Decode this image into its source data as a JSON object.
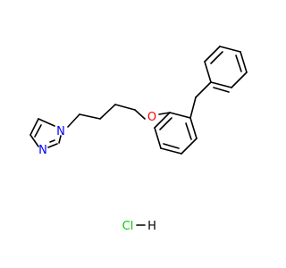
{
  "molecule": {
    "atoms": {
      "imidazole_N1": {
        "symbol": "N",
        "color": "#0000ff"
      },
      "imidazole_N3": {
        "symbol": "N",
        "color": "#0000ff"
      },
      "ether_O": {
        "symbol": "O",
        "color": "#ff0000"
      }
    },
    "salt": {
      "cl": {
        "symbol": "Cl",
        "color": "#00cc00"
      },
      "bond": "—",
      "h": {
        "symbol": "H",
        "color": "#000000"
      }
    }
  }
}
